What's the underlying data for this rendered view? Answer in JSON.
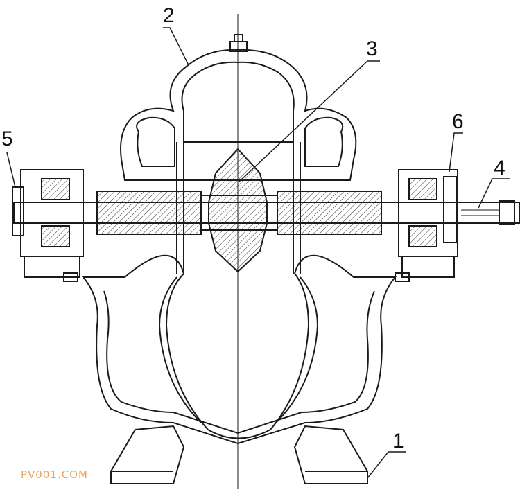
{
  "callouts": [
    {
      "id": "1",
      "label": "1"
    },
    {
      "id": "2",
      "label": "2"
    },
    {
      "id": "3",
      "label": "3"
    },
    {
      "id": "4",
      "label": "4"
    },
    {
      "id": "5",
      "label": "5"
    },
    {
      "id": "6",
      "label": "6"
    }
  ],
  "watermark": "PV001.COM",
  "colors": {
    "line": "#1a1a1a",
    "hatch": "#333333",
    "watermark": "#e8a45a"
  }
}
